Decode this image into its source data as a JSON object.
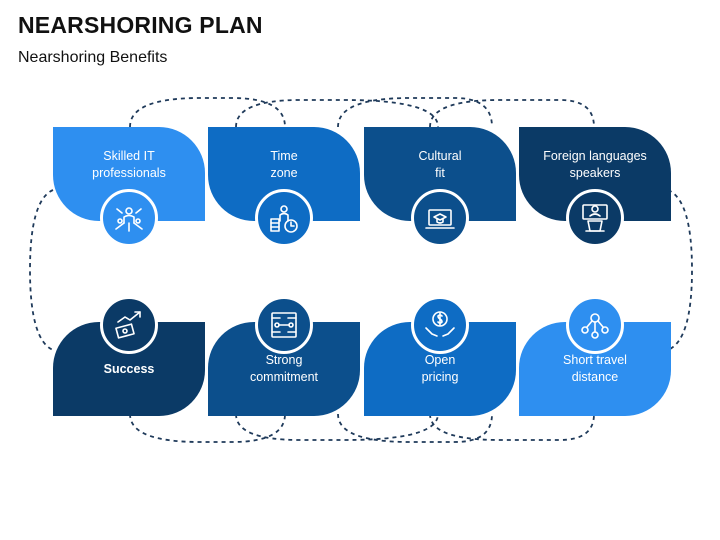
{
  "header": {
    "title": "NEARSHORING PLAN",
    "subtitle": "Nearshoring Benefits"
  },
  "colors": {
    "light_blue": "#2e8ff0",
    "medium_blue": "#0e6cc4",
    "dark_blue": "#0c4f8c",
    "navy": "#0b3a66",
    "connector": "#1f3a5a"
  },
  "benefits_top": [
    {
      "label": "Skilled IT\nprofessionals",
      "icon": "team-network-icon",
      "color": "#2e8ff0"
    },
    {
      "label": "Time\nzone",
      "icon": "time-money-icon",
      "color": "#0e6cc4"
    },
    {
      "label": "Cultural\nfit",
      "icon": "laptop-graduation-icon",
      "color": "#0c4f8c"
    },
    {
      "label": "Foreign languages\nspeakers",
      "icon": "speaker-podium-icon",
      "color": "#0b3a66"
    }
  ],
  "benefits_bottom": [
    {
      "label": "Success",
      "icon": "rising-money-icon",
      "color": "#0b3a66"
    },
    {
      "label": "Strong\ncommitment",
      "icon": "connected-hands-icon",
      "color": "#0c4f8c"
    },
    {
      "label": "Open\npricing",
      "icon": "dollar-hands-icon",
      "color": "#0e6cc4"
    },
    {
      "label": "Short travel\ndistance",
      "icon": "people-network-icon",
      "color": "#2e8ff0"
    }
  ]
}
